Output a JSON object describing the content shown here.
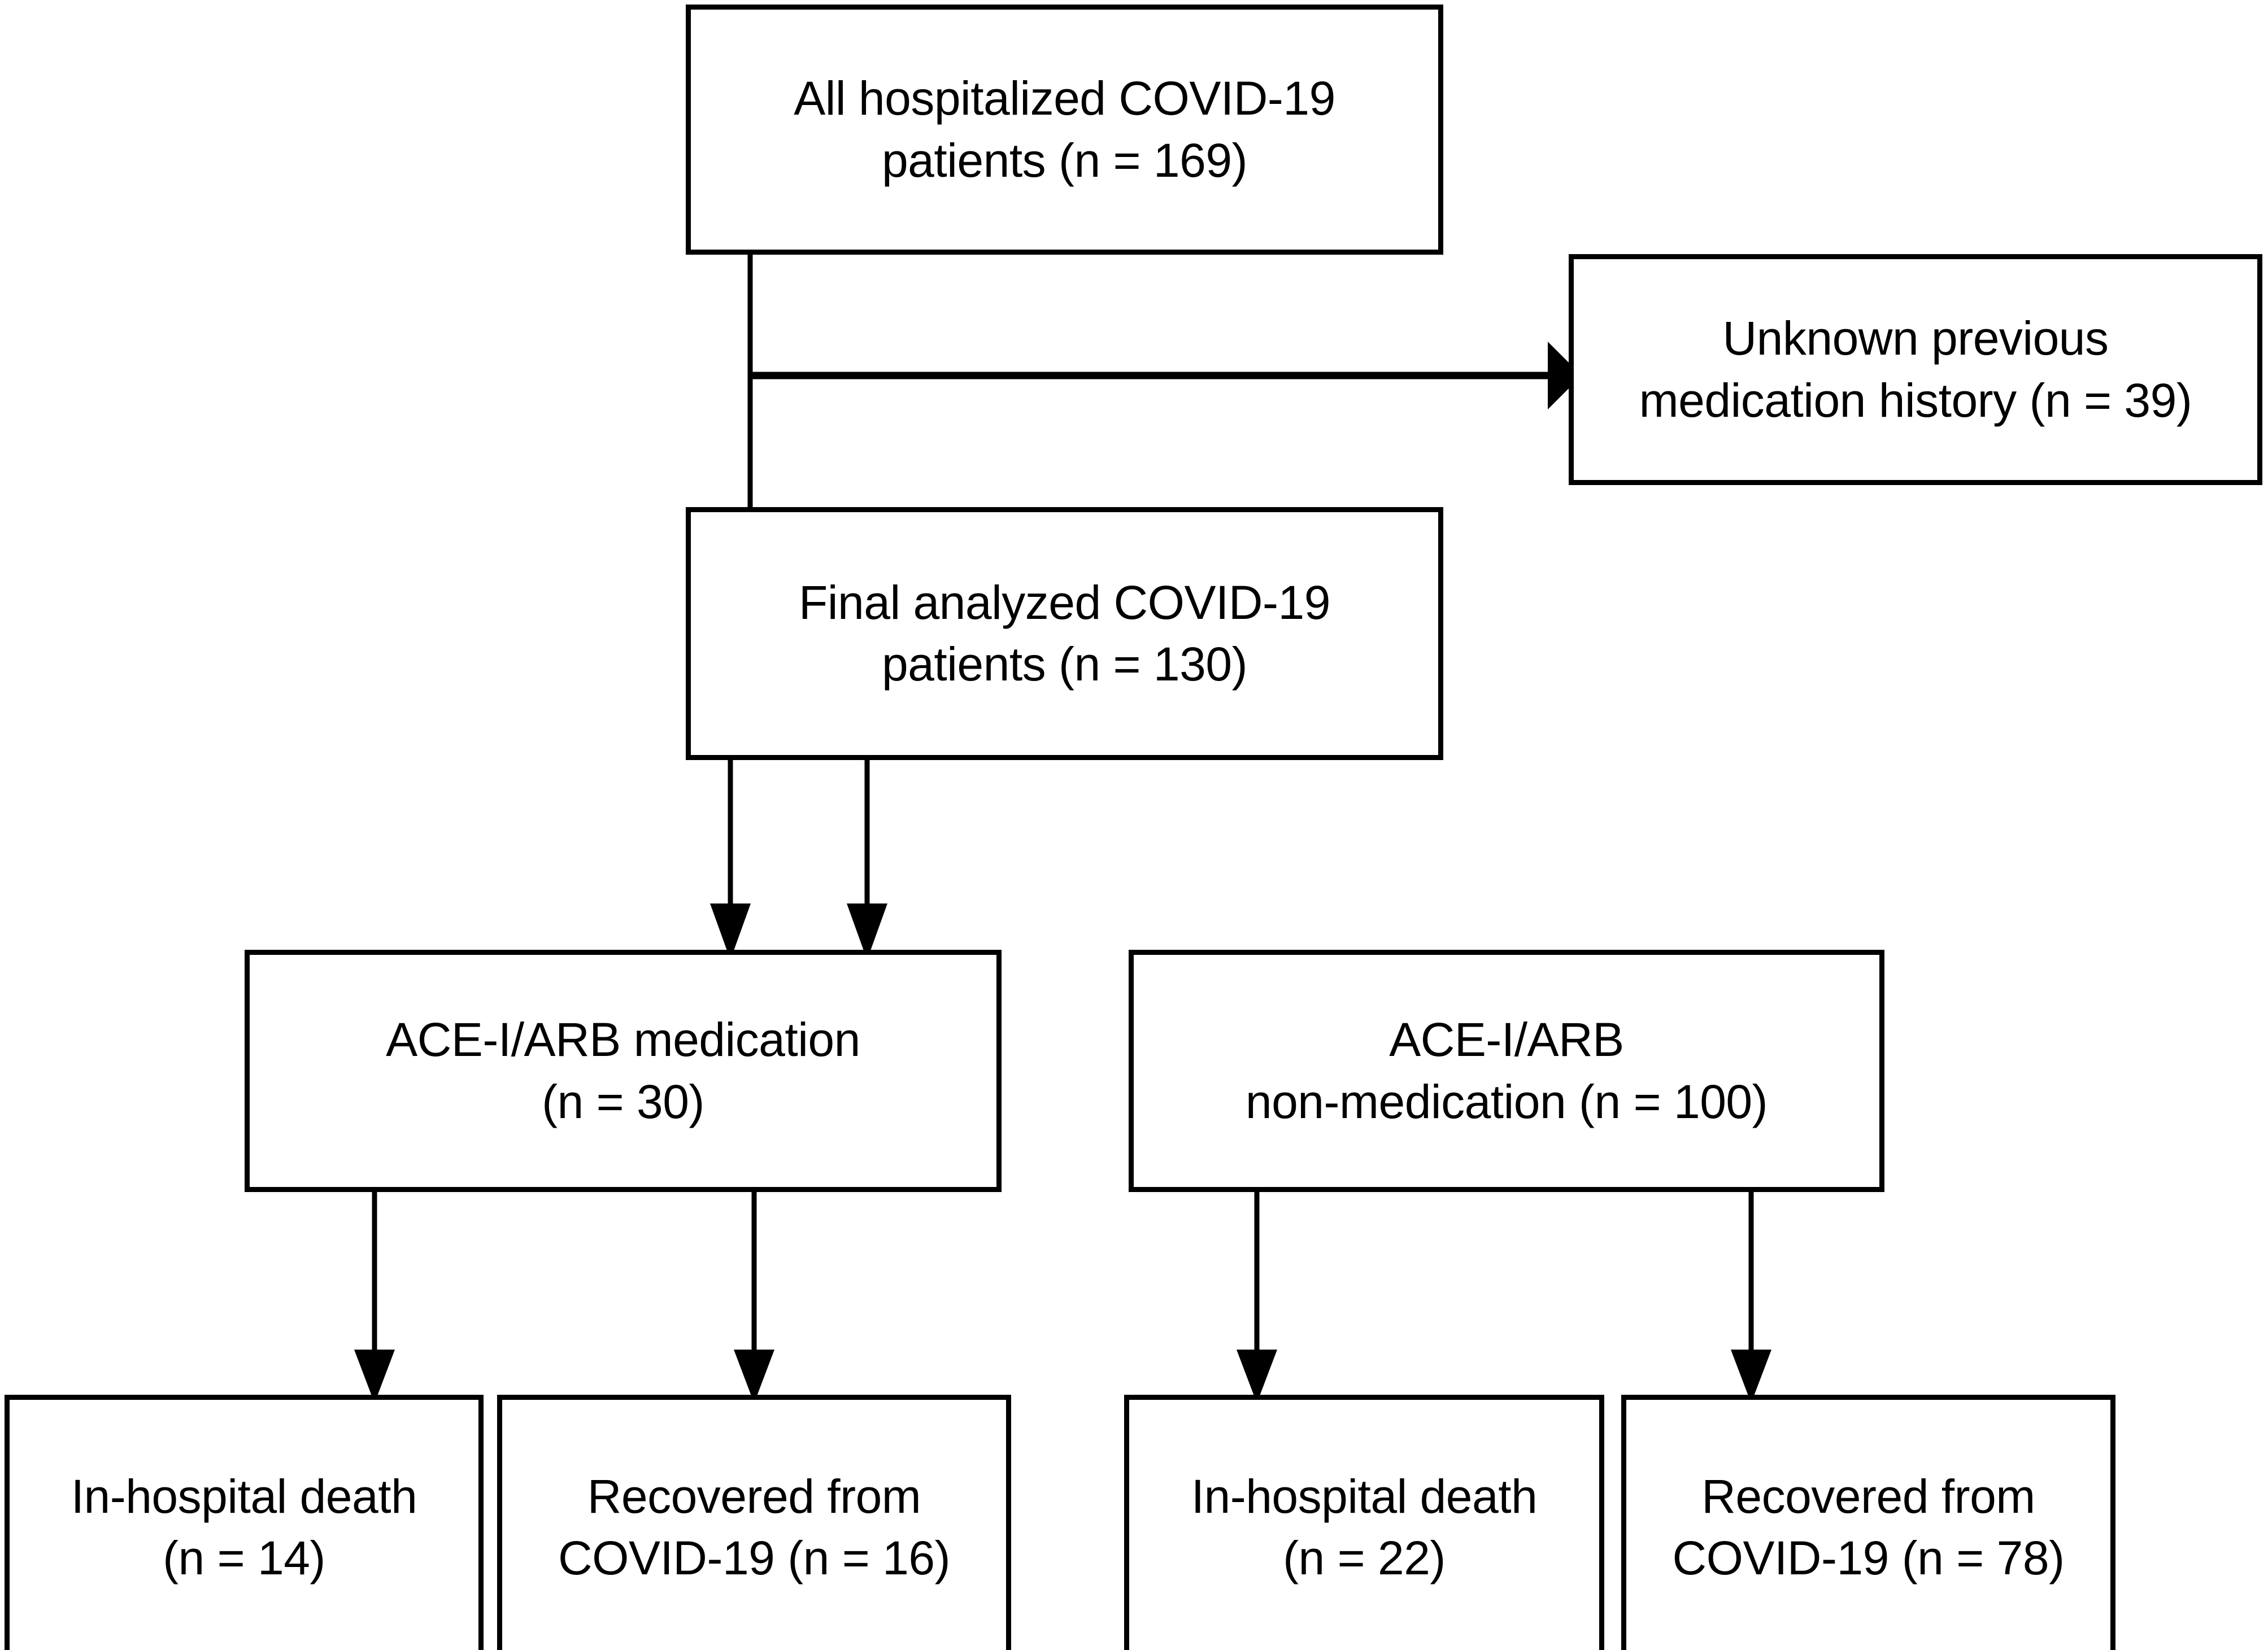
{
  "diagram": {
    "type": "study-flow-chart",
    "colors": {
      "background": "#ffffff",
      "stroke": "#000000",
      "text": "#000000"
    },
    "nodes": {
      "all_hospitalized": "All hospitalized COVID-19\npatients (n = 169)",
      "unknown_history": "Unknown previous\nmedication history (n = 39)",
      "final_analyzed": "Final analyzed COVID-19\npatients (n = 130)",
      "ace_medication": "ACE-I/ARB medication\n(n = 30)",
      "ace_non_medication": "ACE-I/ARB\nnon-medication (n = 100)",
      "death_medication": "In-hospital death\n(n = 14)",
      "recovered_medication": "Recovered from\nCOVID-19 (n = 16)",
      "death_non_medication": "In-hospital death\n(n = 22)",
      "recovered_non_medication": "Recovered from\nCOVID-19 (n = 78)"
    },
    "counts": {
      "all_hospitalized": 169,
      "unknown_history": 39,
      "final_analyzed": 130,
      "ace_medication": 30,
      "ace_non_medication": 100,
      "death_medication": 14,
      "recovered_medication": 16,
      "death_non_medication": 22,
      "recovered_non_medication": 78
    },
    "edges": [
      {
        "from": "all_hospitalized",
        "to": "final_analyzed",
        "style": "arrow-down"
      },
      {
        "from": "all_hospitalized",
        "to": "unknown_history",
        "style": "arrow-right"
      },
      {
        "from": "final_analyzed",
        "to": "ace_medication",
        "style": "arrow-down"
      },
      {
        "from": "final_analyzed",
        "to": "ace_non_medication",
        "style": "arrow-down"
      },
      {
        "from": "ace_medication",
        "to": "death_medication",
        "style": "arrow-down"
      },
      {
        "from": "ace_medication",
        "to": "recovered_medication",
        "style": "arrow-down"
      },
      {
        "from": "ace_non_medication",
        "to": "death_non_medication",
        "style": "arrow-down"
      },
      {
        "from": "ace_non_medication",
        "to": "recovered_non_medication",
        "style": "arrow-down"
      }
    ]
  }
}
